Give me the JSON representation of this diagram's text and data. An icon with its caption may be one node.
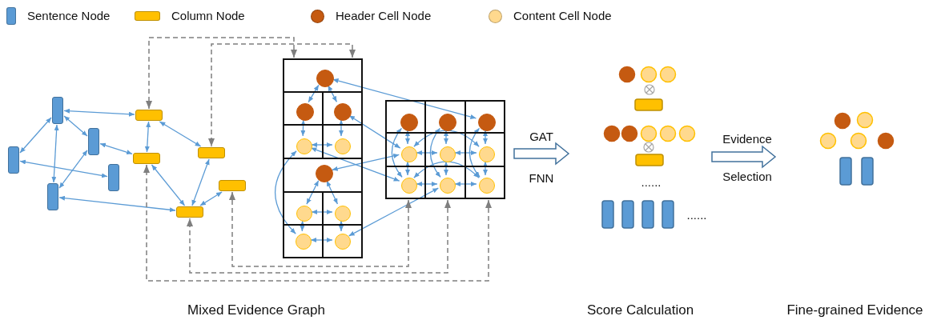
{
  "diagram": {
    "nodes": [
      {
        "text": [
          "Mixed Evidence Graph"
        ]
      },
      {
        "text": [],
        "shape": "box",
        "in": 0
      },
      {
        "text": [],
        "shape": "box",
        "in": 0
      },
      {
        "text": [],
        "shape": "box",
        "in": 0
      },
      {
        "text": [],
        "shape": "box",
        "in": 0
      },
      {
        "text": [],
        "shape": "box",
        "in": 0
      },
      {
        "text": [],
        "shape": "box",
        "in": 0
      },
      {
        "text": [],
        "shape": "box",
        "in": 0
      },
      {
        "text": [],
        "shape": "box",
        "in": 0
      },
      {
        "text": [],
        "shape": "box",
        "in": 0
      },
      {
        "text": [],
        "shape": "box",
        "in": 0
      },
      {
        "text": [],
        "shape": "box",
        "in": 0
      },
      {
        "text": [],
        "shape": "circle",
        "in": 11
      },
      {
        "text": [],
        "shape": "circle",
        "in": 11
      },
      {
        "text": [],
        "shape": "circle",
        "in": 11
      },
      {
        "text": [],
        "shape": "circle",
        "in": 11
      },
      {
        "text": [],
        "shape": "circle",
        "in": 11
      },
      {
        "text": [],
        "shape": "circle",
        "in": 11
      },
      {
        "text": [],
        "shape": "circle",
        "in": 11
      },
      {
        "text": [],
        "shape": "circle",
        "in": 11
      },
      {
        "text": [],
        "shape": "circle",
        "in": 11
      },
      {
        "text": [],
        "shape": "circle",
        "in": 11
      },
      {
        "text": [],
        "shape": "box",
        "in": 0
      },
      {
        "text": [],
        "shape": "circle",
        "in": 22
      },
      {
        "text": [],
        "shape": "circle",
        "in": 22
      },
      {
        "text": [],
        "shape": "circle",
        "in": 22
      },
      {
        "text": [],
        "shape": "circle",
        "in": 22
      },
      {
        "text": [],
        "shape": "circle",
        "in": 22
      },
      {
        "text": [],
        "shape": "circle",
        "in": 22
      },
      {
        "text": [],
        "shape": "circle",
        "in": 22
      },
      {
        "text": [],
        "shape": "circle",
        "in": 22
      },
      {
        "text": [],
        "shape": "circle",
        "in": 22
      },
      {
        "text": [
          "Score Calculation"
        ]
      },
      {
        "text": [
          "Fine-grained Evidence"
        ]
      }
    ],
    "edges": [
      {
        "from": 1,
        "to": 6,
        "arrow": "both"
      },
      {
        "from": 1,
        "to": 2,
        "arrow": "both"
      },
      {
        "from": 1,
        "to": 3,
        "arrow": "both"
      },
      {
        "from": 1,
        "to": 5,
        "arrow": "both"
      },
      {
        "from": 3,
        "to": 7,
        "arrow": "both"
      },
      {
        "from": 2,
        "to": 4,
        "arrow": "both"
      },
      {
        "from": 5,
        "to": 3,
        "arrow": "both"
      },
      {
        "from": 5,
        "to": 10,
        "arrow": "both"
      },
      {
        "from": 6,
        "to": 7,
        "arrow": "both"
      },
      {
        "from": 6,
        "to": 8,
        "arrow": "both"
      },
      {
        "from": 7,
        "to": 10,
        "arrow": "both"
      },
      {
        "from": 8,
        "to": 10,
        "arrow": "both"
      },
      {
        "from": 9,
        "to": 10,
        "arrow": "both"
      },
      {
        "from": 12,
        "to": 13,
        "arrow": "both"
      },
      {
        "from": 12,
        "to": 14,
        "arrow": "both"
      },
      {
        "from": 13,
        "to": 15,
        "arrow": "both"
      },
      {
        "from": 14,
        "to": 16,
        "arrow": "both"
      },
      {
        "from": 15,
        "to": 16,
        "arrow": "both"
      },
      {
        "from": 17,
        "to": 18,
        "arrow": "both"
      },
      {
        "from": 17,
        "to": 19,
        "arrow": "both"
      },
      {
        "from": 18,
        "to": 19,
        "arrow": "both"
      },
      {
        "from": 18,
        "to": 20,
        "arrow": "both"
      },
      {
        "from": 19,
        "to": 21,
        "arrow": "both"
      },
      {
        "from": 20,
        "to": 21,
        "arrow": "both"
      },
      {
        "from": 15,
        "to": 20,
        "arrow": "both"
      },
      {
        "from": 23,
        "to": 26,
        "arrow": "both"
      },
      {
        "from": 24,
        "to": 27,
        "arrow": "both"
      },
      {
        "from": 25,
        "to": 28,
        "arrow": "both"
      },
      {
        "from": 26,
        "to": 29,
        "arrow": "both"
      },
      {
        "from": 27,
        "to": 30,
        "arrow": "both"
      },
      {
        "from": 28,
        "to": 31,
        "arrow": "both"
      },
      {
        "from": 26,
        "to": 27,
        "arrow": "both"
      },
      {
        "from": 27,
        "to": 28,
        "arrow": "both"
      },
      {
        "from": 29,
        "to": 30,
        "arrow": "both"
      },
      {
        "from": 30,
        "to": 31,
        "arrow": "both"
      },
      {
        "from": 26,
        "to": 28,
        "arrow": "both"
      },
      {
        "from": 29,
        "to": 31,
        "arrow": "both"
      },
      {
        "from": 23,
        "to": 29,
        "arrow": "both"
      },
      {
        "from": 24,
        "to": 30,
        "arrow": "both"
      },
      {
        "from": 25,
        "to": 31,
        "arrow": "both"
      },
      {
        "from": 12,
        "to": 25,
        "arrow": "both"
      },
      {
        "from": 14,
        "to": 26,
        "arrow": "both"
      },
      {
        "from": 15,
        "to": 29,
        "arrow": "both"
      },
      {
        "from": 17,
        "to": 26,
        "arrow": "both"
      },
      {
        "from": 21,
        "to": 30,
        "arrow": "both"
      },
      {
        "from": 11,
        "to": 6,
        "arrow": "both",
        "style": "dashed",
        "color": "#7f7f7f"
      },
      {
        "from": 11,
        "to": 8,
        "arrow": "both",
        "style": "dashed",
        "color": "#7f7f7f"
      },
      {
        "from": 22,
        "to": 9,
        "arrow": "both",
        "style": "dashed",
        "color": "#7f7f7f"
      },
      {
        "from": 22,
        "to": 10,
        "arrow": "both",
        "style": "dashed",
        "color": "#7f7f7f"
      },
      {
        "from": 22,
        "to": 7,
        "arrow": "both",
        "style": "dashed",
        "color": "#7f7f7f"
      },
      {
        "from": 0,
        "to": 32,
        "arrow": "to",
        "label": "GAT",
        "style": "thick",
        "color": "#41719c"
      },
      {
        "from": 32,
        "to": 33,
        "arrow": "to",
        "label": "Evidence",
        "style": "thick",
        "color": "#41719c"
      }
    ],
    "labels": [
      "FNN",
      "Selection",
      "......",
      "......"
    ],
    "legend": [
      {
        "text": "Sentence Node",
        "color": "#5b9bd5"
      },
      {
        "text": "Column Node",
        "color": "#ffc000"
      },
      {
        "text": "Header Cell Node",
        "color": "#c55a11"
      },
      {
        "text": "Content Cell Node",
        "color": "#ffd98e"
      }
    ]
  }
}
